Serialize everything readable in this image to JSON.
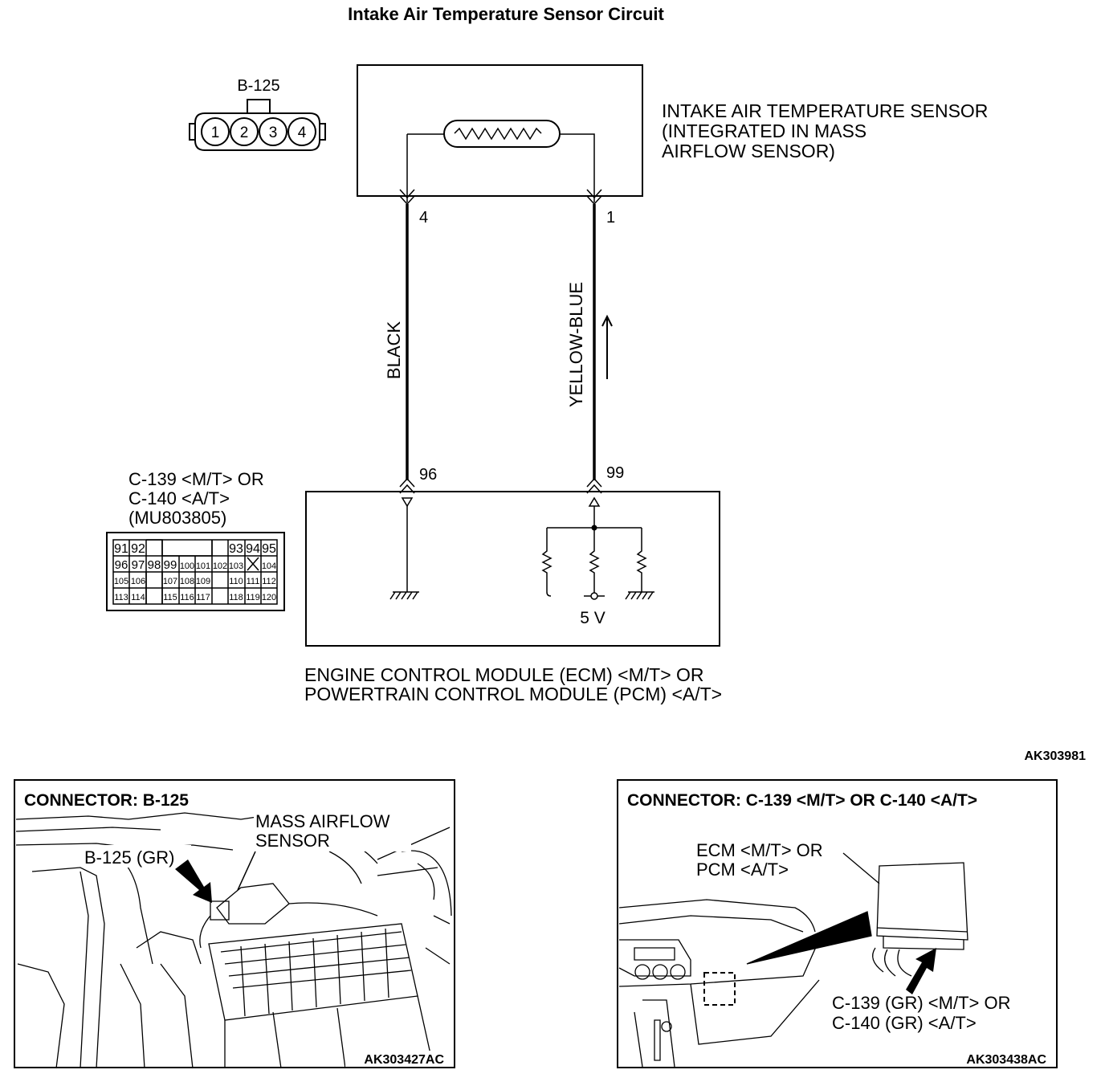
{
  "title": "Intake Air Temperature Sensor Circuit",
  "sensor_connector": {
    "id": "B-125",
    "pins": [
      "1",
      "2",
      "3",
      "4"
    ]
  },
  "sensor": {
    "label_lines": [
      "INTAKE AIR TEMPERATURE SENSOR",
      "(INTEGRATED IN MASS",
      "AIRFLOW SENSOR)"
    ],
    "pin_left": "4",
    "pin_right": "1"
  },
  "wires": {
    "left_color": "BLACK",
    "right_color": "YELLOW-BLUE"
  },
  "ecm_connector": {
    "label_lines": [
      "C-139 <M/T> OR",
      "C-140 <A/T>",
      "(MU803805)"
    ],
    "rows": [
      [
        "91",
        "92",
        "",
        "",
        "",
        "",
        "",
        "93",
        "94",
        "95"
      ],
      [
        "96",
        "97",
        "98",
        "99",
        "100",
        "101",
        "102",
        "103",
        "",
        "104"
      ],
      [
        "105",
        "106",
        "107",
        "108",
        "109",
        "110",
        "111",
        "112"
      ],
      [
        "113",
        "114",
        "115",
        "116",
        "117",
        "118",
        "119",
        "120"
      ]
    ]
  },
  "ecm": {
    "pin_left": "96",
    "pin_right": "99",
    "voltage": "5 V",
    "label_lines": [
      "ENGINE CONTROL MODULE (ECM) <M/T> OR",
      "POWERTRAIN CONTROL MODULE (PCM) <A/T>"
    ]
  },
  "figure_code": "AK303981",
  "panel_left": {
    "title": "CONNECTOR: B-125",
    "callout_sensor": [
      "MASS AIRFLOW",
      "SENSOR"
    ],
    "callout_connector": "B-125 (GR)",
    "code": "AK303427AC"
  },
  "panel_right": {
    "title": "CONNECTOR: C-139 <M/T> OR C-140 <A/T>",
    "callout_module": [
      "ECM <M/T> OR",
      "PCM <A/T>"
    ],
    "callout_connector": [
      "C-139 (GR) <M/T> OR",
      "C-140 (GR) <A/T>"
    ],
    "code": "AK303438AC"
  }
}
